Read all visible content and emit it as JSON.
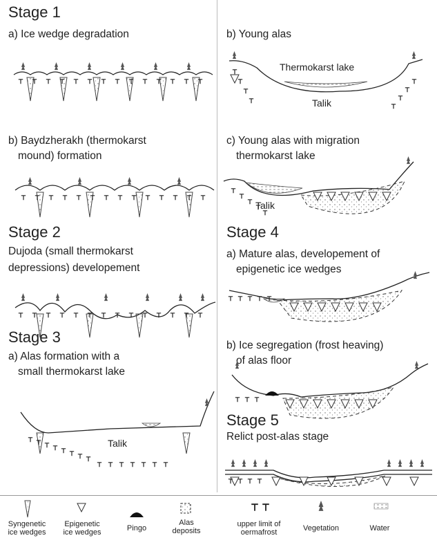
{
  "left": {
    "stage1": "Stage 1",
    "s1a": "a) Ice wedge degradation",
    "s1b_1": "b) Baydzherakh (thermokarst",
    "s1b_2": "mound) formation",
    "stage2": "Stage 2",
    "s2_1": "Dujoda (small thermokarst",
    "s2_2": "depressions) developement",
    "stage3": "Stage 3",
    "s3a_1": "a) Alas formation with a",
    "s3a_2": "small thermokarst lake",
    "talik": "Talik"
  },
  "right": {
    "s1b_young": "b) Young alas",
    "thermokarst_lake": "Thermokarst lake",
    "talik1": "Talik",
    "s1c_1": "c) Young alas with migration",
    "s1c_2": "thermokarst lake",
    "talik2": "Talik",
    "stage4": "Stage 4",
    "s4a_1": "a) Mature alas, developement of",
    "s4a_2": "epigenetic ice wedges",
    "s4b_1": "b) Ice segregation (frost heaving)",
    "s4b_2": "of alas floor",
    "stage5": "Stage 5",
    "s5": "Relict post-alas stage"
  },
  "legend": [
    {
      "line1": "Syngenetic",
      "line2": "ice wedges",
      "icon": "syngenetic-wedge-icon"
    },
    {
      "line1": "Epigenetic",
      "line2": "ice wedges",
      "icon": "epigenetic-wedge-icon"
    },
    {
      "line1": "Pingo",
      "line2": "",
      "icon": "pingo-icon"
    },
    {
      "line1": "Alas",
      "line2": "deposits",
      "icon": "alas-deposits-icon"
    },
    {
      "line1": "upper limit of",
      "line2": "oermafrost",
      "icon": "permafrost-limit-icon"
    },
    {
      "line1": "Vegetation",
      "line2": "",
      "icon": "vegetation-icon"
    },
    {
      "line1": "Water",
      "line2": "",
      "icon": "water-icon"
    }
  ]
}
